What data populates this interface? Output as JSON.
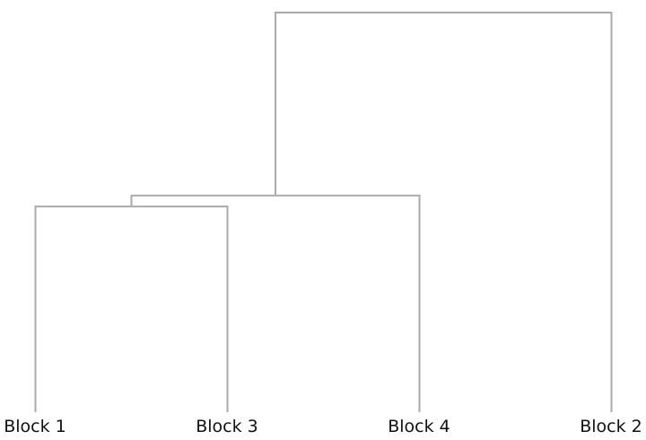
{
  "chart_data": {
    "type": "dendrogram",
    "leaves": [
      "Block 1",
      "Block 3",
      "Block 4",
      "Block 2"
    ],
    "merges": [
      {
        "left": "Block 1",
        "right": "Block 3",
        "height": 0.515
      },
      {
        "left": "Block 1+Block 3",
        "right": "Block 4",
        "height": 0.542
      },
      {
        "left": "Block 1+Block 3+Block 4",
        "right": "Block 2",
        "height": 1.0
      }
    ],
    "ylim": [
      0,
      1.0
    ],
    "link_color": "#aaaaaa"
  }
}
